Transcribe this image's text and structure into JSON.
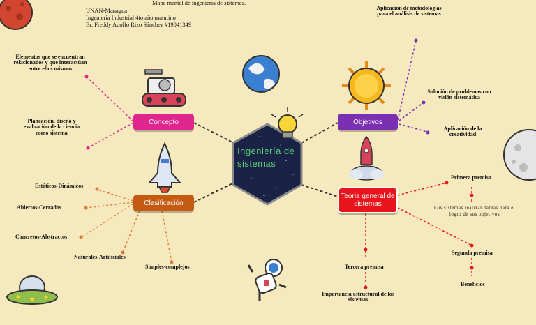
{
  "header": {
    "map_title": "Mapa mental de ingeniería de sistemas.",
    "line1": "UNAN-Managua",
    "line2": "Ingeniería Industrial 4to año matutino",
    "line3": "Br. Freddy Adolfo Rizo Sánchez #19041349"
  },
  "center": {
    "title": "Ingeniería de sistemas"
  },
  "nodes": {
    "concepto": "Concepto",
    "objetivos": "Objetivos",
    "clasificacion": "Clasificación",
    "teoria": "Teoria general de sistemas"
  },
  "concepto_items": {
    "elementos": "Elementos que se encuentran relacionados y que interactúan entre ellos mismos",
    "planeacion": "Planeación, diseño y evaluación de la ciencia como sistema"
  },
  "objetivos_items": {
    "aplicacion_metodologias": "Aplicación de metodologías para el análisis de sistemas",
    "solucion": "Solución de problemas con visión sistemática",
    "creatividad": "Aplicación de la creatividad"
  },
  "clasificacion_items": {
    "estaticos": "Estáticos-Dinámicos",
    "abiertos": "Abiertos-Cerrados",
    "concretos": "Concretos-Abstractos",
    "naturales": "Naturales-Artificiales",
    "simples": "Simples-complejos"
  },
  "teoria_items": {
    "primera": "Primera premisa",
    "primera_desc": "Los sistemas realizan tareas para el logro de sus objetivos",
    "segunda": "Segunda premisa",
    "beneficios": "Beneficios",
    "tercera": "Tercera premisa",
    "importancia": "Importancia estructural de los sistemas"
  },
  "colors": {
    "background": "#f6e9bd",
    "concepto": "#e0258f",
    "objetivos": "#7b2fb3",
    "clasificacion": "#c55a12",
    "teoria": "#e8141b",
    "hexagon": "#1a2245"
  }
}
